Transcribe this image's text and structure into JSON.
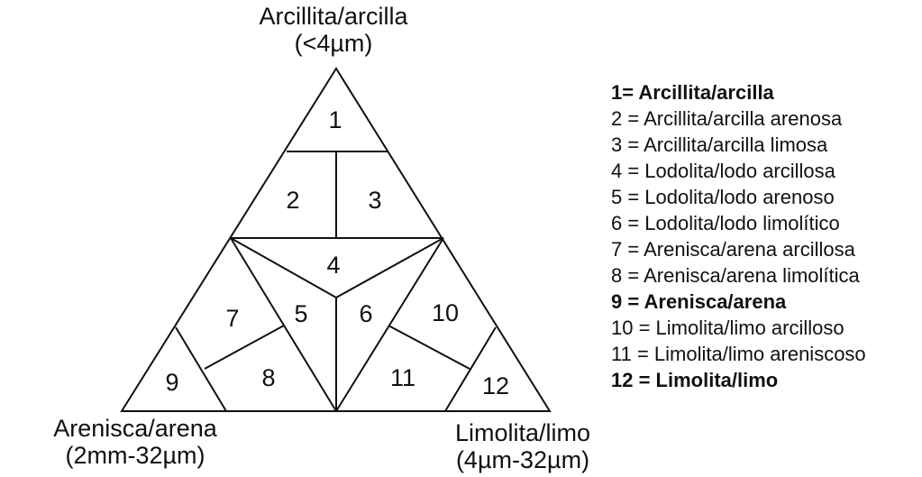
{
  "vertices": {
    "top": {
      "name": "Arcillita/arcilla",
      "range": "(<4µm)"
    },
    "left": {
      "name": "Arenisca/arena",
      "range": "(2mm-32µm)"
    },
    "right": {
      "name": "Limolita/limo",
      "range": "(4µm-32µm)"
    }
  },
  "zones": [
    {
      "label": "1"
    },
    {
      "label": "2"
    },
    {
      "label": "3"
    },
    {
      "label": "4"
    },
    {
      "label": "5"
    },
    {
      "label": "6"
    },
    {
      "label": "7"
    },
    {
      "label": "8"
    },
    {
      "label": "9"
    },
    {
      "label": "10"
    },
    {
      "label": "11"
    },
    {
      "label": "12"
    }
  ],
  "legend": [
    {
      "text": "1= Arcillita/arcilla",
      "bold": true
    },
    {
      "text": "2 = Arcillita/arcilla arenosa",
      "bold": false
    },
    {
      "text": "3 = Arcillita/arcilla limosa",
      "bold": false
    },
    {
      "text": "4 = Lodolita/lodo arcillosa",
      "bold": false
    },
    {
      "text": "5 = Lodolita/lodo arenoso",
      "bold": false
    },
    {
      "text": "6 = Lodolita/lodo limolítico",
      "bold": false
    },
    {
      "text": "7 = Arenisca/arena arcillosa",
      "bold": false
    },
    {
      "text": "8 = Arenisca/arena limolítica",
      "bold": false
    },
    {
      "text": "9 = Arenisca/arena",
      "bold": true
    },
    {
      "text": "10 = Limolita/limo arcilloso",
      "bold": false
    },
    {
      "text": "11 = Limolita/limo areniscoso",
      "bold": false
    },
    {
      "text": "12 = Limolita/limo",
      "bold": true
    }
  ]
}
